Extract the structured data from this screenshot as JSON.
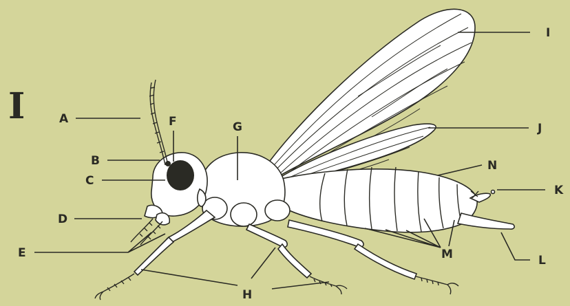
{
  "figure_number": "I",
  "labels": [
    "A",
    "B",
    "C",
    "D",
    "E",
    "F",
    "G",
    "H",
    "I",
    "J",
    "K",
    "L",
    "M",
    "N"
  ],
  "colors": {
    "background": "#d4d59a",
    "ink": "#2a2a24",
    "body_fill": "#ffffff"
  }
}
